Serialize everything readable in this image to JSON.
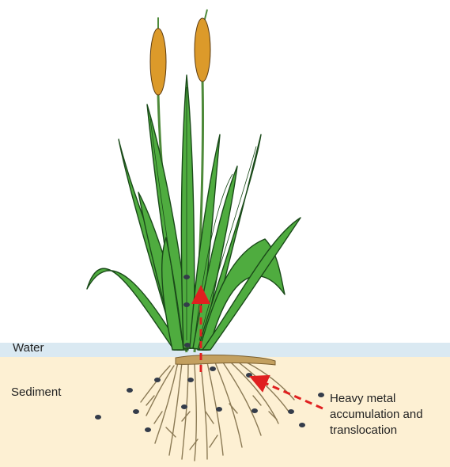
{
  "labels": {
    "water": "Water",
    "sediment": "Sediment",
    "annotation_lines": [
      "Heavy metal",
      "accumulation and",
      "translocation"
    ]
  },
  "colors": {
    "water": "#dae9f2",
    "sediment": "#fdf0d3",
    "leaf_fill": "#4fac3f",
    "leaf_stroke": "#1a4a19",
    "cattail_head": "#dc9a2a",
    "rhizome": "#c3a05f",
    "roots": "#8b7a55",
    "metal_particle": "#343c4a",
    "arrow": "#e02020"
  },
  "icons": {
    "particles": "heavy-metal-particle-icon",
    "arrow": "translocation-arrow-icon"
  }
}
